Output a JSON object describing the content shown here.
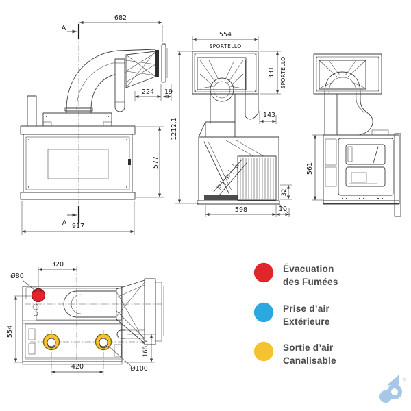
{
  "colors": {
    "smoke_red": "#e0262b",
    "air_blue": "#29a9e0",
    "duct_yellow": "#f5c32f",
    "drawing_line": "#3d3d3d",
    "legend_text": "#4b4b4d",
    "logo_blue": "#a6c7e6"
  },
  "front": {
    "section_marker": "A",
    "width_top": "682",
    "duct_offset": "224",
    "duct_gap": "19",
    "door_height": "577",
    "total_width": "917"
  },
  "section": {
    "sportello_width": "554",
    "sportello_top": "SPORTELLO",
    "sportello_height": "331",
    "sportello_side": "SPORTELLO",
    "duct_offset": "143",
    "total_height": "1212,1",
    "base_height": "32",
    "depth": "598",
    "rear_gap": "10"
  },
  "side": {
    "body_height": "561"
  },
  "plan": {
    "flue_offset": "320",
    "flue_diameter": "Ø80",
    "depth": "554",
    "outlet_spacing": "420",
    "outlet_diameter": "Ø100",
    "outlet_offset": "168,5"
  },
  "legend": {
    "items": [
      {
        "id": "smoke-evacuation",
        "color": "#e0262b",
        "line1": "Évacuation",
        "line2": "des Fumées"
      },
      {
        "id": "outside-air-intake",
        "color": "#29a9e0",
        "line1": "Prise d’air",
        "line2": "Extérieure"
      },
      {
        "id": "ductable-air-outlet",
        "color": "#f5c32f",
        "line1": "Sortie d’air",
        "line2": "Canalisable"
      }
    ]
  },
  "logo": {
    "mark": "®"
  }
}
